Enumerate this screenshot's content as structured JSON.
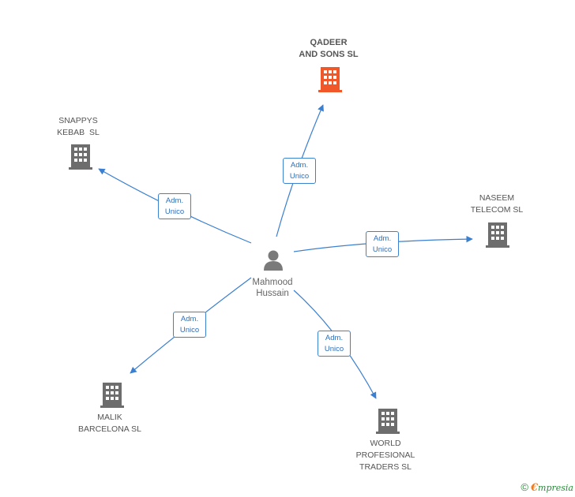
{
  "colors": {
    "edge": "#3a7fd0",
    "building": "#6d6d6d",
    "building_highlight": "#f0582a",
    "person": "#7a7a7a"
  },
  "person": {
    "name_line1": "Mahmood",
    "name_line2": "Hussain",
    "icon": "person-icon"
  },
  "companies": [
    {
      "id": "qadeer",
      "line1": "QADEER",
      "line2": "AND SONS SL",
      "highlight": true,
      "icon": "building-icon"
    },
    {
      "id": "snappys",
      "line1": "SNAPPYS",
      "line2": "KEBAB  SL",
      "highlight": false,
      "icon": "building-icon"
    },
    {
      "id": "naseem",
      "line1": "NASEEM",
      "line2": "TELECOM SL",
      "highlight": false,
      "icon": "building-icon"
    },
    {
      "id": "malik",
      "line1": "MALIK",
      "line2": "BARCELONA SL",
      "highlight": false,
      "icon": "building-icon"
    },
    {
      "id": "world",
      "line1": "WORLD",
      "line2": "PROFESIONAL",
      "line3": "TRADERS SL",
      "highlight": false,
      "icon": "building-icon"
    }
  ],
  "edges": [
    {
      "to": "qadeer",
      "role_line1": "Adm.",
      "role_line2": "Unico"
    },
    {
      "to": "snappys",
      "role_line1": "Adm.",
      "role_line2": "Unico"
    },
    {
      "to": "naseem",
      "role_line1": "Adm.",
      "role_line2": "Unico"
    },
    {
      "to": "malik",
      "role_line1": "Adm.",
      "role_line2": "Unico"
    },
    {
      "to": "world",
      "role_line1": "Adm.",
      "role_line2": "Unico"
    }
  ],
  "footer": {
    "copyright": "©",
    "brand_initial": "€",
    "brand_rest": "mpresia"
  }
}
